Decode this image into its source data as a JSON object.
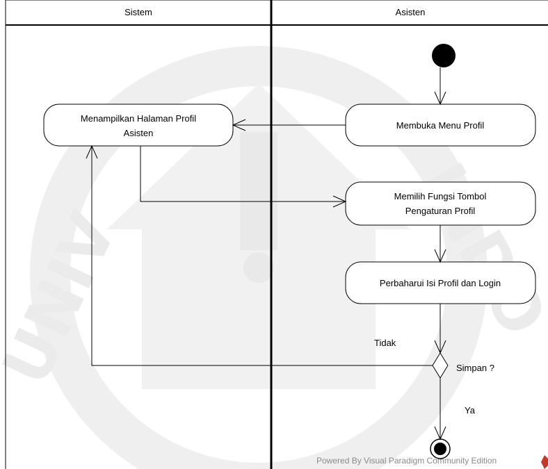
{
  "swimlanes": {
    "left": "Sistem",
    "right": "Asisten"
  },
  "nodes": {
    "show_profile_line1": "Menampilkan Halaman Profil",
    "show_profile_line2": "Asisten",
    "open_menu": "Membuka Menu Profil",
    "choose_settings_line1": "Memilih Fungsi Tombol",
    "choose_settings_line2": "Pengaturan Profil",
    "update_profile": "Perbaharui Isi Profil dan Login"
  },
  "decision": {
    "label": "Simpan ?",
    "guard_no": "Tidak",
    "guard_yes": "Ya"
  },
  "watermark": {
    "logo_text": "ISLAM INDONESIA UNIVERSITAS"
  },
  "footer": {
    "powered_by": "Powered By  Visual Paradigm Community Edition"
  },
  "colors": {
    "line": "#000000",
    "watermark": "#ebebeb",
    "footer_text": "#8a8a8a",
    "vp_logo": "#c0392b"
  }
}
